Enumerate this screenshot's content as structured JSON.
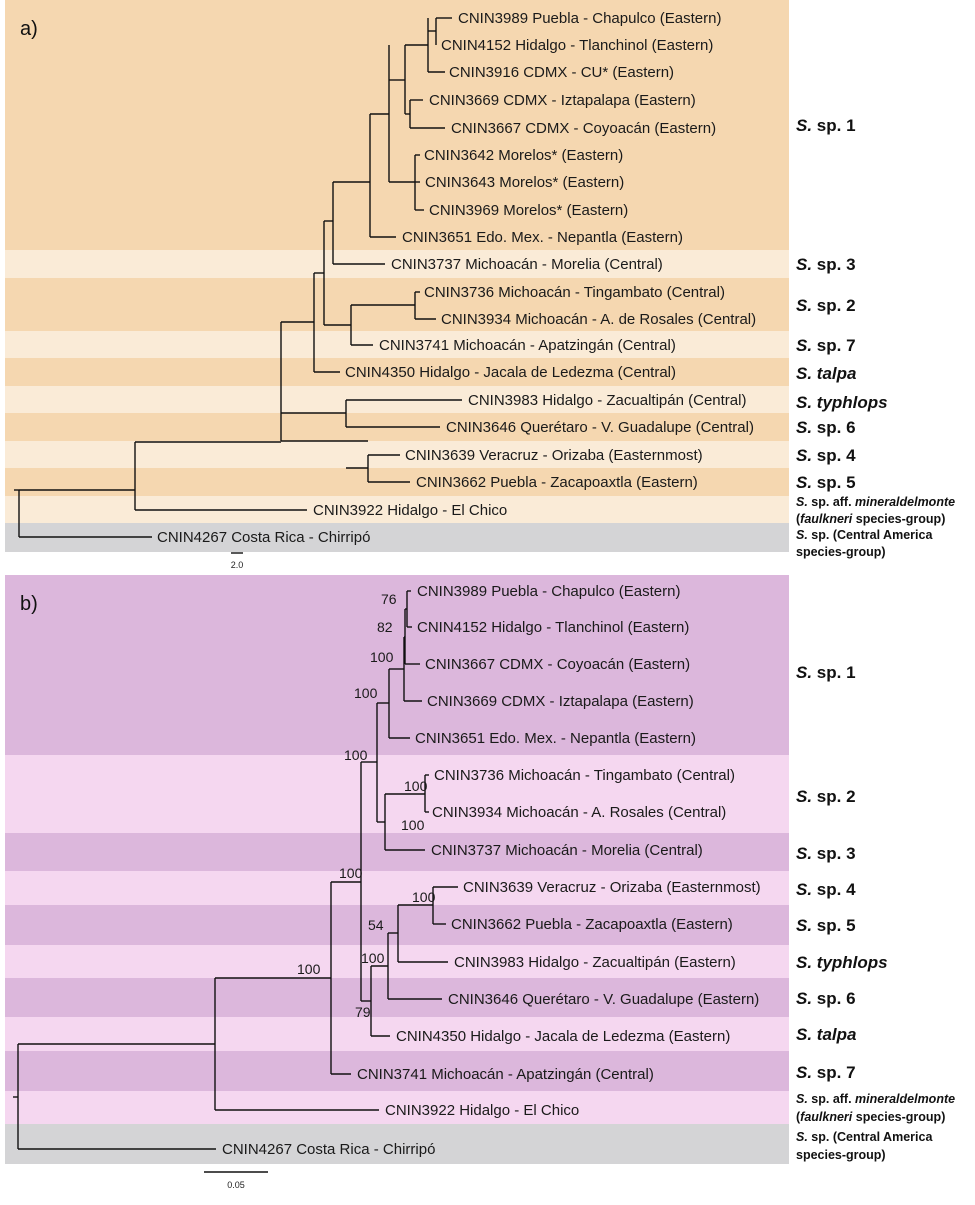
{
  "colors": {
    "a_dark": "#f5d7b0",
    "a_light": "#faebd7",
    "b_dark": "#dcb7dc",
    "b_light": "#f5d7f0",
    "outgroup": "#d4d4d6"
  },
  "panel_a": {
    "label": "a)",
    "scale_label": "2.0",
    "tips": [
      "CNIN3989 Puebla - Chapulco (Eastern)",
      "CNIN4152 Hidalgo - Tlanchinol (Eastern)",
      "CNIN3916 CDMX - CU* (Eastern)",
      "CNIN3669 CDMX - Iztapalapa (Eastern)",
      "CNIN3667 CDMX - Coyoacán (Eastern)",
      "CNIN3642 Morelos* (Eastern)",
      "CNIN3643 Morelos* (Eastern)",
      "CNIN3969 Morelos* (Eastern)",
      "CNIN3651 Edo. Mex. - Nepantla (Eastern)",
      "CNIN3737 Michoacán - Morelia (Central)",
      "CNIN3736 Michoacán - Tingambato (Central)",
      "CNIN3934 Michoacán - A. de Rosales (Central)",
      "CNIN3741 Michoacán - Apatzingán (Central)",
      "CNIN4350 Hidalgo - Jacala de Ledezma (Central)",
      "CNIN3983 Hidalgo - Zacualtipán (Central)",
      "CNIN3646 Querétaro - V. Guadalupe (Central)",
      "CNIN3639 Veracruz - Orizaba (Easternmost)",
      "CNIN3662 Puebla - Zacapoaxtla (Eastern)",
      "CNIN3922 Hidalgo - El Chico",
      "CNIN4267 Costa Rica - Chirripó"
    ],
    "clades": [
      {
        "prefix": "S.",
        "name": " sp. 1"
      },
      {
        "prefix": "S.",
        "name": " sp. 3"
      },
      {
        "prefix": "S.",
        "name": " sp. 2"
      },
      {
        "prefix": "S.",
        "name": " sp. 7"
      },
      {
        "prefix": "S.",
        "name": " talpa"
      },
      {
        "prefix": "S.",
        "name": " typhlops"
      },
      {
        "prefix": "S.",
        "name": " sp. 6"
      },
      {
        "prefix": "S.",
        "name": " sp. 4"
      },
      {
        "prefix": "S.",
        "name": " sp. 5"
      }
    ],
    "affinity_label": {
      "line1a": "S.",
      "line1b": " sp. aff. ",
      "line1c": "mineraldelmonte",
      "line2a": "(",
      "line2b": "faulkneri",
      "line2c": "  species-group)"
    },
    "central_america_label": {
      "line1a": "S.",
      "line1b": " sp. (Central America",
      "line2": "species-group)"
    }
  },
  "panel_b": {
    "label": "b)",
    "scale_label": "0.05",
    "tips": [
      "CNIN3989 Puebla - Chapulco (Eastern)",
      "CNIN4152 Hidalgo - Tlanchinol (Eastern)",
      "CNIN3667 CDMX - Coyoacán (Eastern)",
      "CNIN3669 CDMX - Iztapalapa (Eastern)",
      "CNIN3651 Edo. Mex. - Nepantla (Eastern)",
      "CNIN3736 Michoacán - Tingambato (Central)",
      "CNIN3934 Michoacán - A. Rosales (Central)",
      "CNIN3737 Michoacán - Morelia (Central)",
      "CNIN3639 Veracruz - Orizaba (Easternmost)",
      "CNIN3662 Puebla - Zacapoaxtla (Eastern)",
      "CNIN3983 Hidalgo - Zacualtipán (Eastern)",
      "CNIN3646 Querétaro - V. Guadalupe (Eastern)",
      "CNIN4350 Hidalgo - Jacala de Ledezma (Eastern)",
      "CNIN3741 Michoacán - Apatzingán (Central)",
      "CNIN3922 Hidalgo - El Chico",
      "CNIN4267 Costa Rica - Chirripó"
    ],
    "supports": [
      "76",
      "82",
      "100",
      "100",
      "100",
      "100",
      "100",
      "100",
      "100",
      "54",
      "100",
      "79",
      "100"
    ],
    "clades": [
      {
        "prefix": "S.",
        "name": " sp. 1"
      },
      {
        "prefix": "S.",
        "name": " sp. 2"
      },
      {
        "prefix": "S.",
        "name": " sp. 3"
      },
      {
        "prefix": "S.",
        "name": " sp. 4"
      },
      {
        "prefix": "S.",
        "name": " sp. 5"
      },
      {
        "prefix": "S.",
        "name": " typhlops"
      },
      {
        "prefix": "S.",
        "name": " sp. 6"
      },
      {
        "prefix": "S.",
        "name": " talpa"
      },
      {
        "prefix": "S.",
        "name": " sp. 7"
      }
    ],
    "affinity_label": {
      "line1a": "S.",
      "line1b": " sp. aff. ",
      "line1c": "mineraldelmonte",
      "line2a": "(",
      "line2b": "faulkneri",
      "line2c": " species-group)"
    },
    "central_america_label": {
      "line1a": "S.",
      "line1b": " sp. (Central America",
      "line2": "species-group)"
    }
  }
}
